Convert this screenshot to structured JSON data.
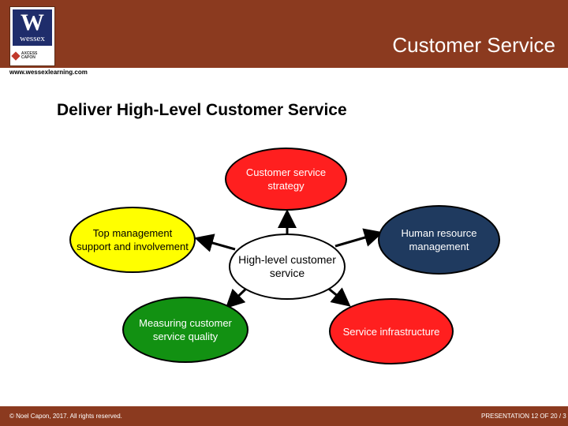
{
  "header": {
    "title": "Customer Service",
    "logo_letter": "W",
    "logo_name": "wessex",
    "logo_sub": "AXCESS CAPON"
  },
  "url": "www.wessexlearning.com",
  "page_title": "Deliver High-Level Customer Service",
  "diagram": {
    "center": "High-level customer service",
    "nodes": {
      "strategy": "Customer service strategy",
      "top_management": "Top management support and involvement",
      "human_resource": "Human resource management",
      "measuring": "Measuring customer service quality",
      "infrastructure": "Service infrastructure"
    },
    "colors": {
      "strategy": "#ff1f1f",
      "top_management": "#ffff00",
      "human_resource": "#1f3a5f",
      "measuring": "#129112",
      "infrastructure": "#ff1f1f",
      "header": "#8b3a1f"
    }
  },
  "footer": {
    "copyright": "© Noel Capon, 2017. All rights reserved.",
    "page": "PRESENTATION 12 OF 20 / 3"
  }
}
